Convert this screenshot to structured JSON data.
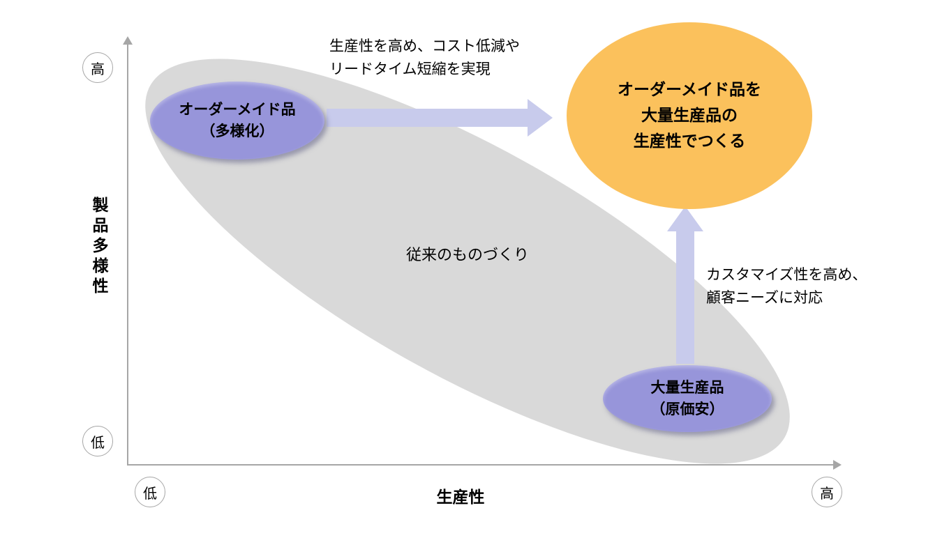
{
  "colors": {
    "gray_ellipse": "#d9d9d9",
    "purple_node": "#9795da",
    "orange_node": "#fbc15c",
    "arrow": "#c8cbec",
    "axis": "#a6a6a6"
  },
  "axes": {
    "y_label": "製品多様性",
    "x_label": "生産性",
    "y_high": "高",
    "y_low": "低",
    "x_low": "低",
    "x_high": "高"
  },
  "traditional_area": {
    "label": "従来のものづくり"
  },
  "nodes": {
    "custom_made": {
      "lines": [
        "オーダーメイド品",
        "（多様化）"
      ]
    },
    "goal": {
      "lines": [
        "オーダーメイド品を",
        "大量生産品の",
        "生産性でつくる"
      ]
    },
    "mass_produced": {
      "lines": [
        "大量生産品",
        "（原価安）"
      ]
    }
  },
  "annotations": {
    "productivity": {
      "lines": [
        "生産性を高め、コスト低減や",
        "リードタイム短縮を実現"
      ]
    },
    "customization": {
      "lines": [
        "カスタマイズ性を高め、",
        "顧客ニーズに対応"
      ]
    }
  }
}
